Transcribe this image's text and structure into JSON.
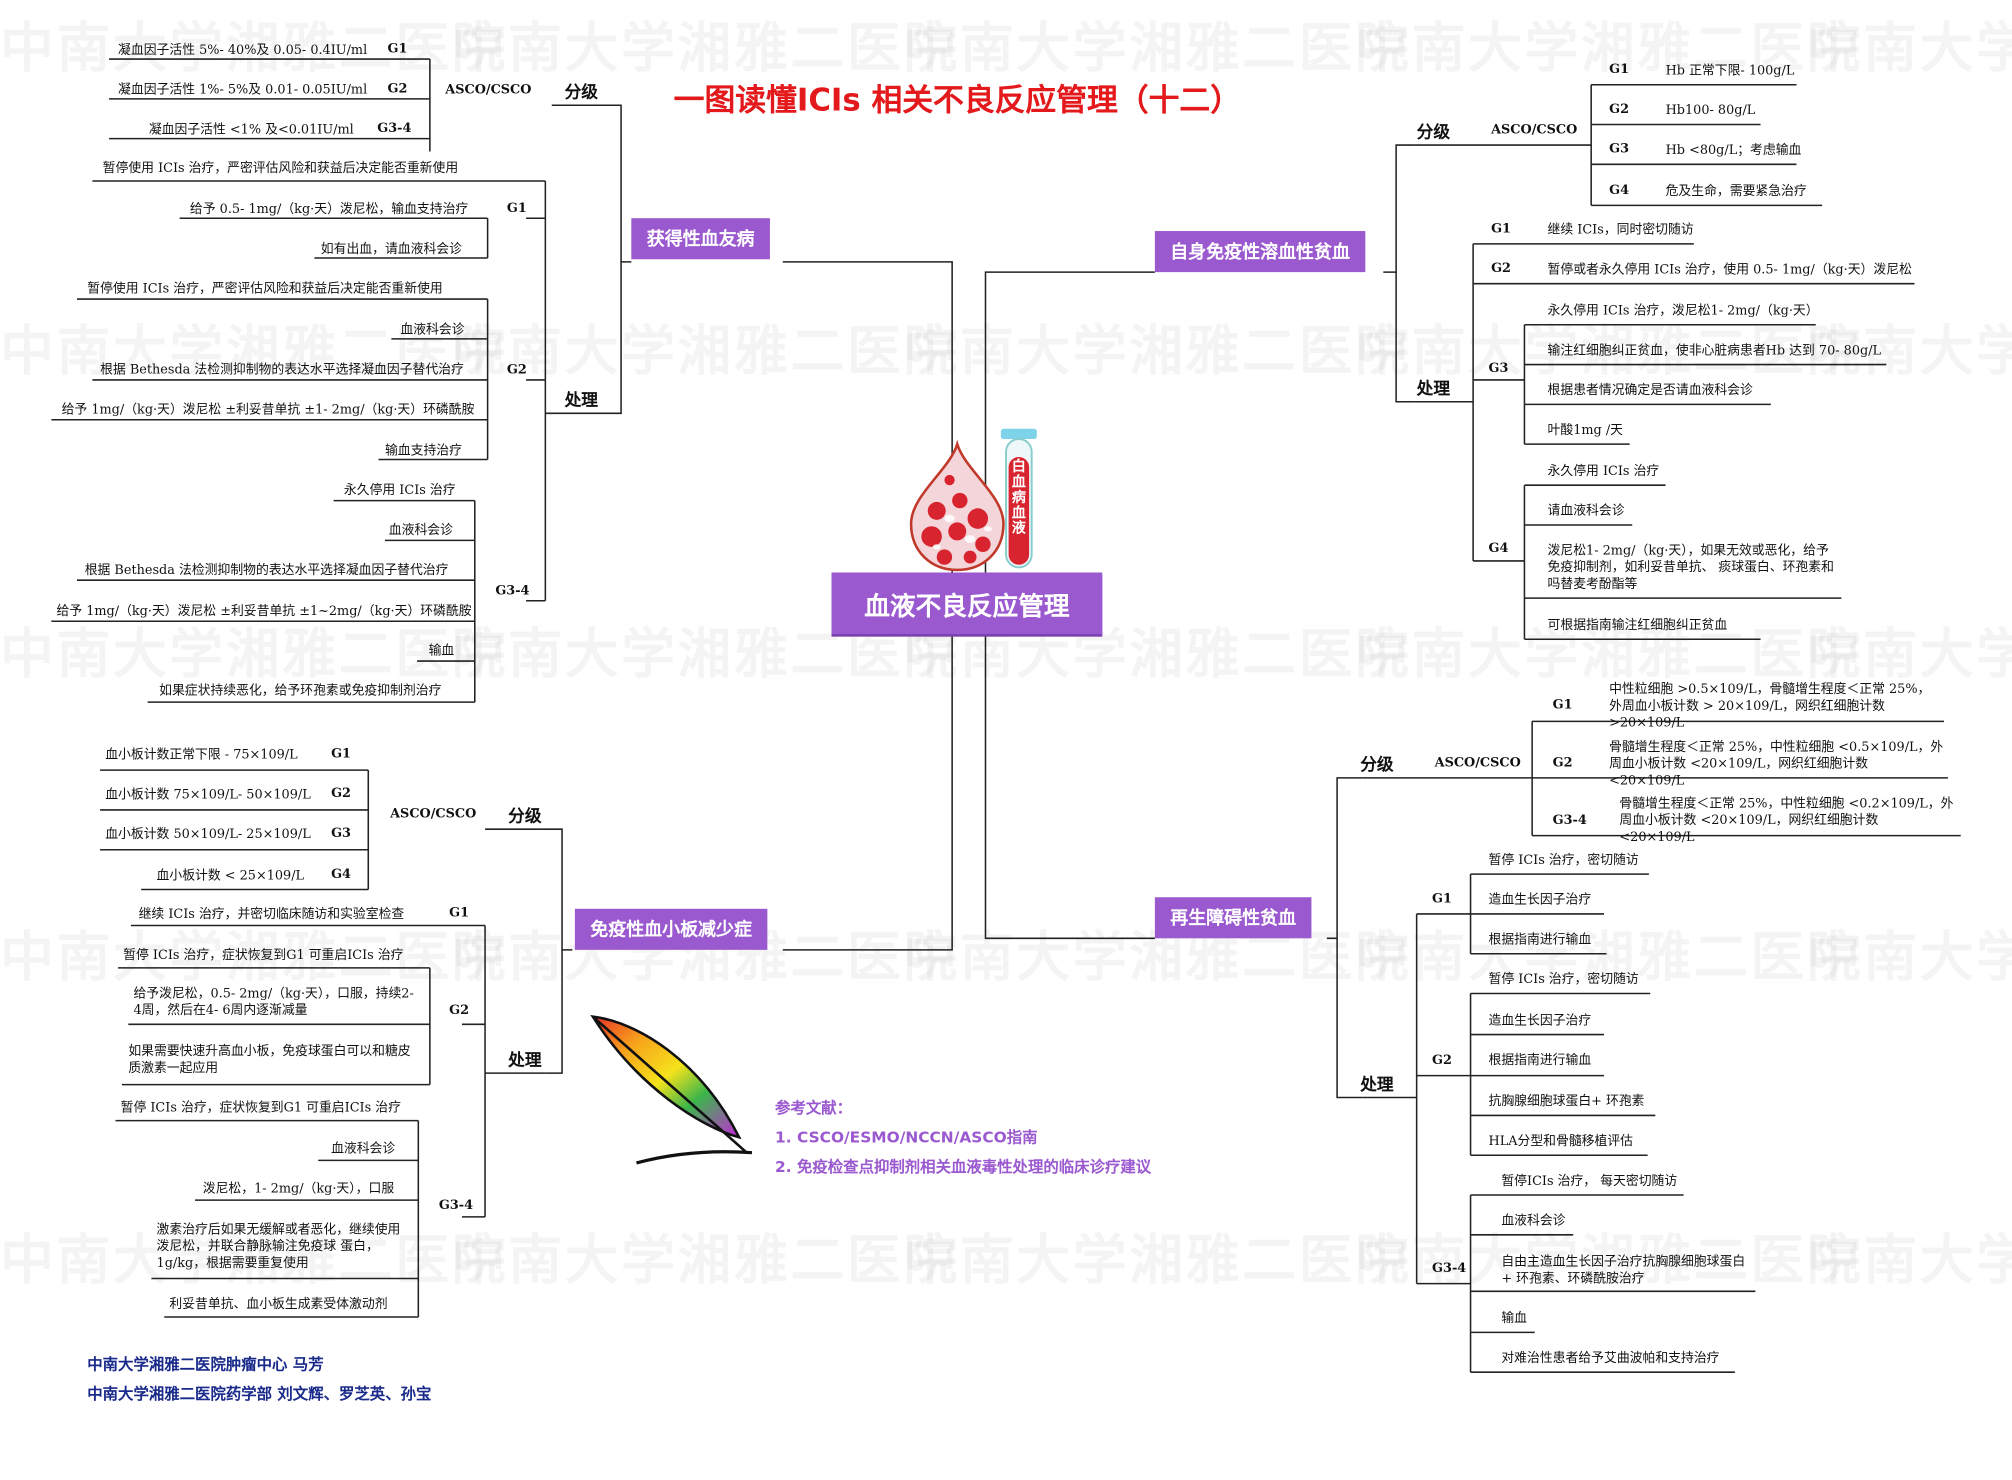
{
  "title": "一图读懂ICIs 相关不良反应管理（十二）",
  "center": "血液不良反应管理",
  "tube_label": "白血病血液",
  "watermark": "中南大学湘雅二医院",
  "labels": {
    "grade": "分级",
    "treat": "处理",
    "asco": "ASCO/CSCO",
    "g1": "G1",
    "g2": "G2",
    "g3": "G3",
    "g4": "G4",
    "g34": "G3-4"
  },
  "hemo": {
    "topic": "获得性血友病",
    "grading": [
      "凝血因子活性 5%- 40%及 0.05- 0.4IU/ml",
      "凝血因子活性 1%- 5%及 0.01- 0.05IU/ml",
      "凝血因子活性 <1% 及<0.01IU/ml"
    ],
    "t0": "暂停使用 ICIs 治疗，严密评估风险和获益后决定能否重新使用",
    "g1": [
      "给予 0.5- 1mg/（kg·天）泼尼松，输血支持治疗",
      "如有出血，请血液科会诊"
    ],
    "g2": [
      "暂停使用 ICIs 治疗，严密评估风险和获益后决定能否重新使用",
      "血液科会诊",
      "根据 Bethesda 法检测抑制物的表达水平选择凝血因子替代治疗",
      "给予 1mg/（kg·天）泼尼松 ±利妥昔单抗 ±1- 2mg/（kg·天）环磷酰胺",
      "输血支持治疗"
    ],
    "g34": [
      "永久停用 ICIs 治疗",
      "血液科会诊",
      "根据 Bethesda 法检测抑制物的表达水平选择凝血因子替代治疗",
      "给予 1mg/（kg·天）泼尼松 ±利妥昔单抗 ±1~2mg/（kg·天）环磷酰胺",
      "输血",
      "如果症状持续恶化，给予环孢素或免疫抑制剂治疗"
    ]
  },
  "itp": {
    "topic": "免疫性血小板减少症",
    "grading": [
      "血小板计数正常下限 - 75×109/L",
      "血小板计数 75×109/L- 50×109/L",
      "血小板计数 50×109/L- 25×109/L",
      "血小板计数 < 25×109/L"
    ],
    "g1": "继续 ICIs 治疗，并密切临床随访和实验室检查",
    "g2": [
      "暂停 ICIs 治疗，症状恢复到G1 可重启ICIs 治疗",
      "给予泼尼松，0.5- 2mg/（kg·天），口服，持续2- 4周，然后在4- 6周内逐渐减量",
      "如果需要快速升高血小板，免疫球蛋白可以和糖皮质激素一起应用"
    ],
    "g34": [
      "暂停 ICIs 治疗，症状恢复到G1 可重启ICIs 治疗",
      "血液科会诊",
      "泼尼松，1- 2mg/（kg·天），口服",
      "激素治疗后如果无缓解或者恶化，继续使用泼尼松，并联合静脉输注免疫球 蛋白，1g/kg，根据需要重复使用",
      "利妥昔单抗、血小板生成素受体激动剂"
    ]
  },
  "aiha": {
    "topic": "自身免疫性溶血性贫血",
    "grading": [
      "Hb 正常下限- 100g/L",
      "Hb100- 80g/L",
      "Hb <80g/L；考虑输血",
      "危及生命，需要紧急治疗"
    ],
    "g1": "继续 ICIs，同时密切随访",
    "g2": "暂停或者永久停用 ICIs 治疗，使用 0.5- 1mg/（kg·天）泼尼松",
    "g3": [
      "永久停用 ICIs 治疗，泼尼松1- 2mg/（kg·天）",
      "输注红细胞纠正贫血，使非心脏病患者Hb 达到 70- 80g/L",
      "根据患者情况确定是否请血液科会诊",
      "叶酸1mg /天"
    ],
    "g4": [
      "永久停用 ICIs 治疗",
      "请血液科会诊",
      "泼尼松1- 2mg/（kg·天），如果无效或恶化，给予免疫抑制剂，如利妥昔单抗、 痰球蛋白、环孢素和吗替麦考酚酯等",
      "可根据指南输注红细胞纠正贫血"
    ]
  },
  "aa": {
    "topic": "再生障碍性贫血",
    "grading": [
      "中性粒细胞 >0.5×109/L，骨髓增生程度＜正常 25%，外周血小板计数 > 20×109/L，网织红细胞计数 >20×109/L",
      "骨髓增生程度＜正常 25%，中性粒细胞 <0.5×109/L，外周血小板计数 <20×109/L，网织红细胞计数 <20×109/L",
      "骨髓增生程度＜正常 25%，中性粒细胞 <0.2×109/L，外周血小板计数 <20×109/L，网织红细胞计数 <20×109/L"
    ],
    "g1": [
      "暂停 ICIs 治疗，密切随访",
      "造血生长因子治疗",
      "根据指南进行输血"
    ],
    "g2": [
      "暂停 ICIs 治疗，密切随访",
      "造血生长因子治疗",
      "根据指南进行输血",
      "抗胸腺细胞球蛋白+ 环孢素",
      "HLA分型和骨髓移植评估"
    ],
    "g34": [
      "暂停ICIs 治疗， 每天密切随访",
      "血液科会诊",
      "自由主造血生长因子治疗抗胸腺细胞球蛋白+ 环孢素、环磷酰胺治疗",
      "输血",
      "对难治性患者给予艾曲波帕和支持治疗"
    ]
  },
  "refs": [
    "参考文献：",
    "1. CSCO/ESMO/NCCN/ASCO指南",
    "2. 免疫检查点抑制剂相关血液毒性处理的临床诊疗建议"
  ],
  "credits": [
    "中南大学湘雅二医院肿瘤中心 马芳",
    "中南大学湘雅二医院药学部 刘文辉、罗芝英、孙宝"
  ]
}
